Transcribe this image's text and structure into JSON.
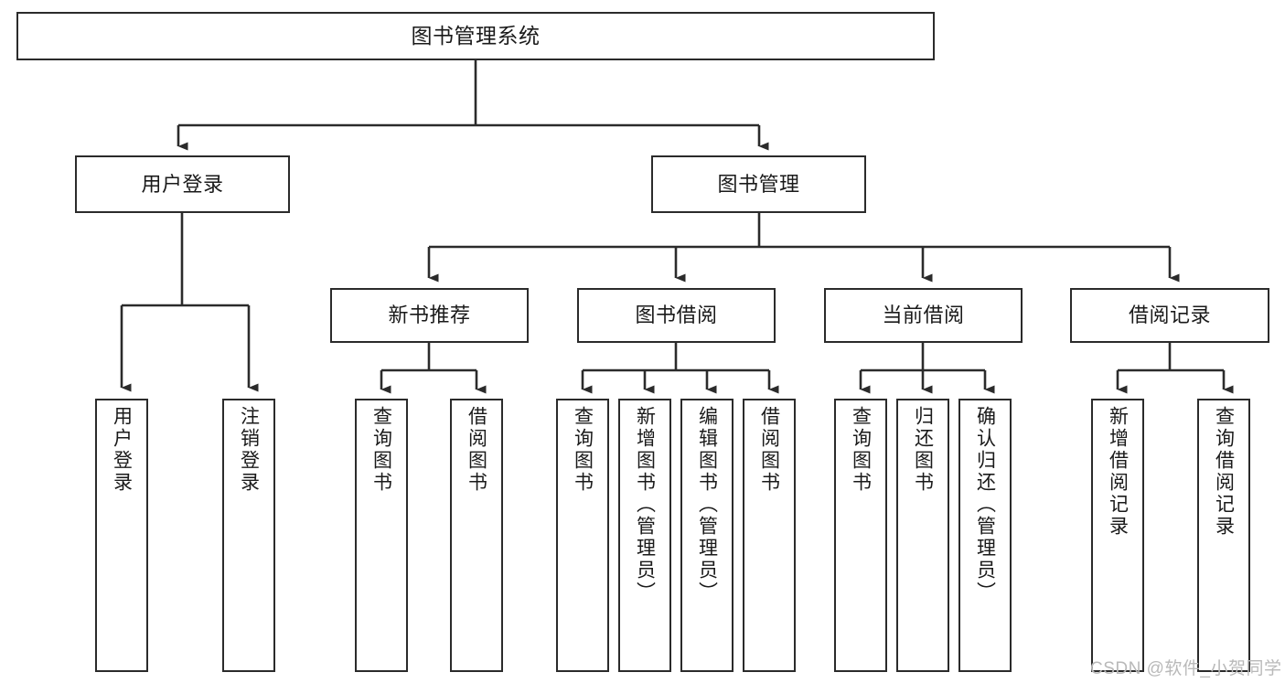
{
  "diagram": {
    "title": "图书管理系统",
    "type": "tree-hierarchy-diagram",
    "root": {
      "id": "root",
      "label": "图书管理系统"
    },
    "level1": [
      {
        "id": "user-login",
        "label": "用户登录"
      },
      {
        "id": "book-manage",
        "label": "图书管理"
      }
    ],
    "level2": [
      {
        "id": "new-book-rec",
        "label": "新书推荐",
        "parent": "book-manage"
      },
      {
        "id": "book-borrow",
        "label": "图书借阅",
        "parent": "book-manage"
      },
      {
        "id": "current-borrow",
        "label": "当前借阅",
        "parent": "book-manage"
      },
      {
        "id": "borrow-record",
        "label": "借阅记录",
        "parent": "book-manage"
      }
    ],
    "leaves": [
      {
        "id": "leaf-user-login",
        "label": "用户登录",
        "parent": "user-login",
        "align": "center"
      },
      {
        "id": "leaf-logout",
        "label": "注销登录",
        "parent": "user-login",
        "align": "center"
      },
      {
        "id": "leaf-query-book-1",
        "label": "查询图书",
        "parent": "new-book-rec",
        "align": "center"
      },
      {
        "id": "leaf-borrow-book-1",
        "label": "借阅图书",
        "parent": "new-book-rec",
        "align": "center"
      },
      {
        "id": "leaf-query-book-2",
        "label": "查询图书",
        "parent": "book-borrow",
        "align": "center"
      },
      {
        "id": "leaf-add-book",
        "label": "新增图书（管理员）",
        "parent": "book-borrow",
        "align": "top"
      },
      {
        "id": "leaf-edit-book",
        "label": "编辑图书（管理员）",
        "parent": "book-borrow",
        "align": "top"
      },
      {
        "id": "leaf-borrow-book-2",
        "label": "借阅图书",
        "parent": "book-borrow",
        "align": "center"
      },
      {
        "id": "leaf-query-book-3",
        "label": "查询图书",
        "parent": "current-borrow",
        "align": "center"
      },
      {
        "id": "leaf-return-book",
        "label": "归还图书",
        "parent": "current-borrow",
        "align": "center"
      },
      {
        "id": "leaf-confirm-return",
        "label": "确认归还（管理员）",
        "parent": "current-borrow",
        "align": "top"
      },
      {
        "id": "leaf-add-record",
        "label": "新增借阅记录",
        "parent": "borrow-record",
        "align": "center"
      },
      {
        "id": "leaf-query-record",
        "label": "查询借阅记录",
        "parent": "borrow-record",
        "align": "center"
      }
    ],
    "colors": {
      "stroke": "#2b2b2b",
      "fill": "#ffffff",
      "text": "#1a1a1a",
      "watermark": "#b9b9b9"
    }
  },
  "watermark": {
    "text": "CSDN @软件_小贺同学"
  }
}
